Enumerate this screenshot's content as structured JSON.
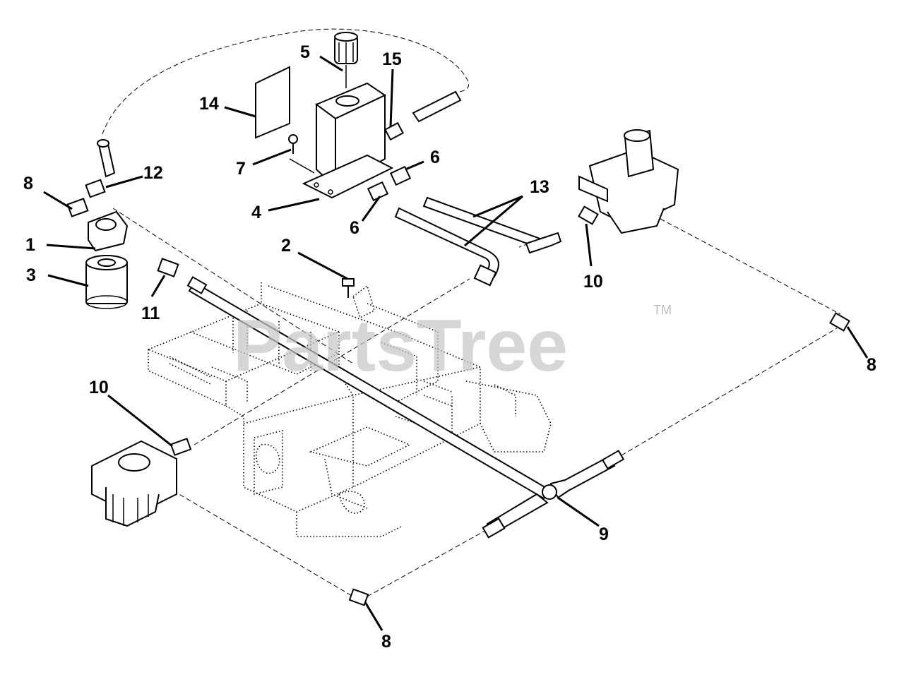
{
  "diagram": {
    "callouts": [
      {
        "id": "c14",
        "text": "14"
      },
      {
        "id": "c5",
        "text": "5"
      },
      {
        "id": "c15",
        "text": "15"
      },
      {
        "id": "c8a",
        "text": "8"
      },
      {
        "id": "c12",
        "text": "12"
      },
      {
        "id": "c7",
        "text": "7"
      },
      {
        "id": "c6a",
        "text": "6"
      },
      {
        "id": "c13",
        "text": "13"
      },
      {
        "id": "c1",
        "text": "1"
      },
      {
        "id": "c4",
        "text": "4"
      },
      {
        "id": "c6b",
        "text": "6"
      },
      {
        "id": "c3",
        "text": "3"
      },
      {
        "id": "c2",
        "text": "2"
      },
      {
        "id": "c10a",
        "text": "10"
      },
      {
        "id": "c11",
        "text": "11"
      },
      {
        "id": "c8b",
        "text": "8"
      },
      {
        "id": "c10b",
        "text": "10"
      },
      {
        "id": "c9",
        "text": "9"
      },
      {
        "id": "c8c",
        "text": "8"
      }
    ],
    "watermark": {
      "text": "PartsTree",
      "trademark": "TM"
    }
  }
}
